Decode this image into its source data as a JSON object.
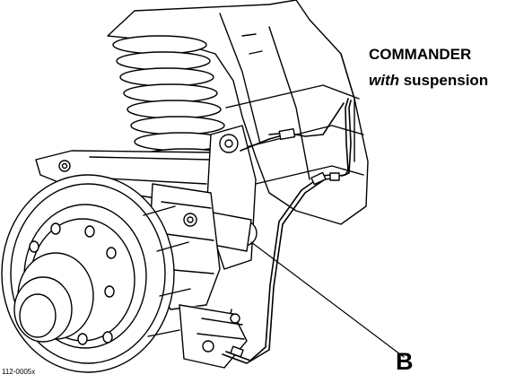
{
  "title": {
    "line1": "COMMANDER",
    "line2_italic": "with",
    "line2_rest": " suspension"
  },
  "callout": {
    "label": "B"
  },
  "figure_code": "112-0005x"
}
